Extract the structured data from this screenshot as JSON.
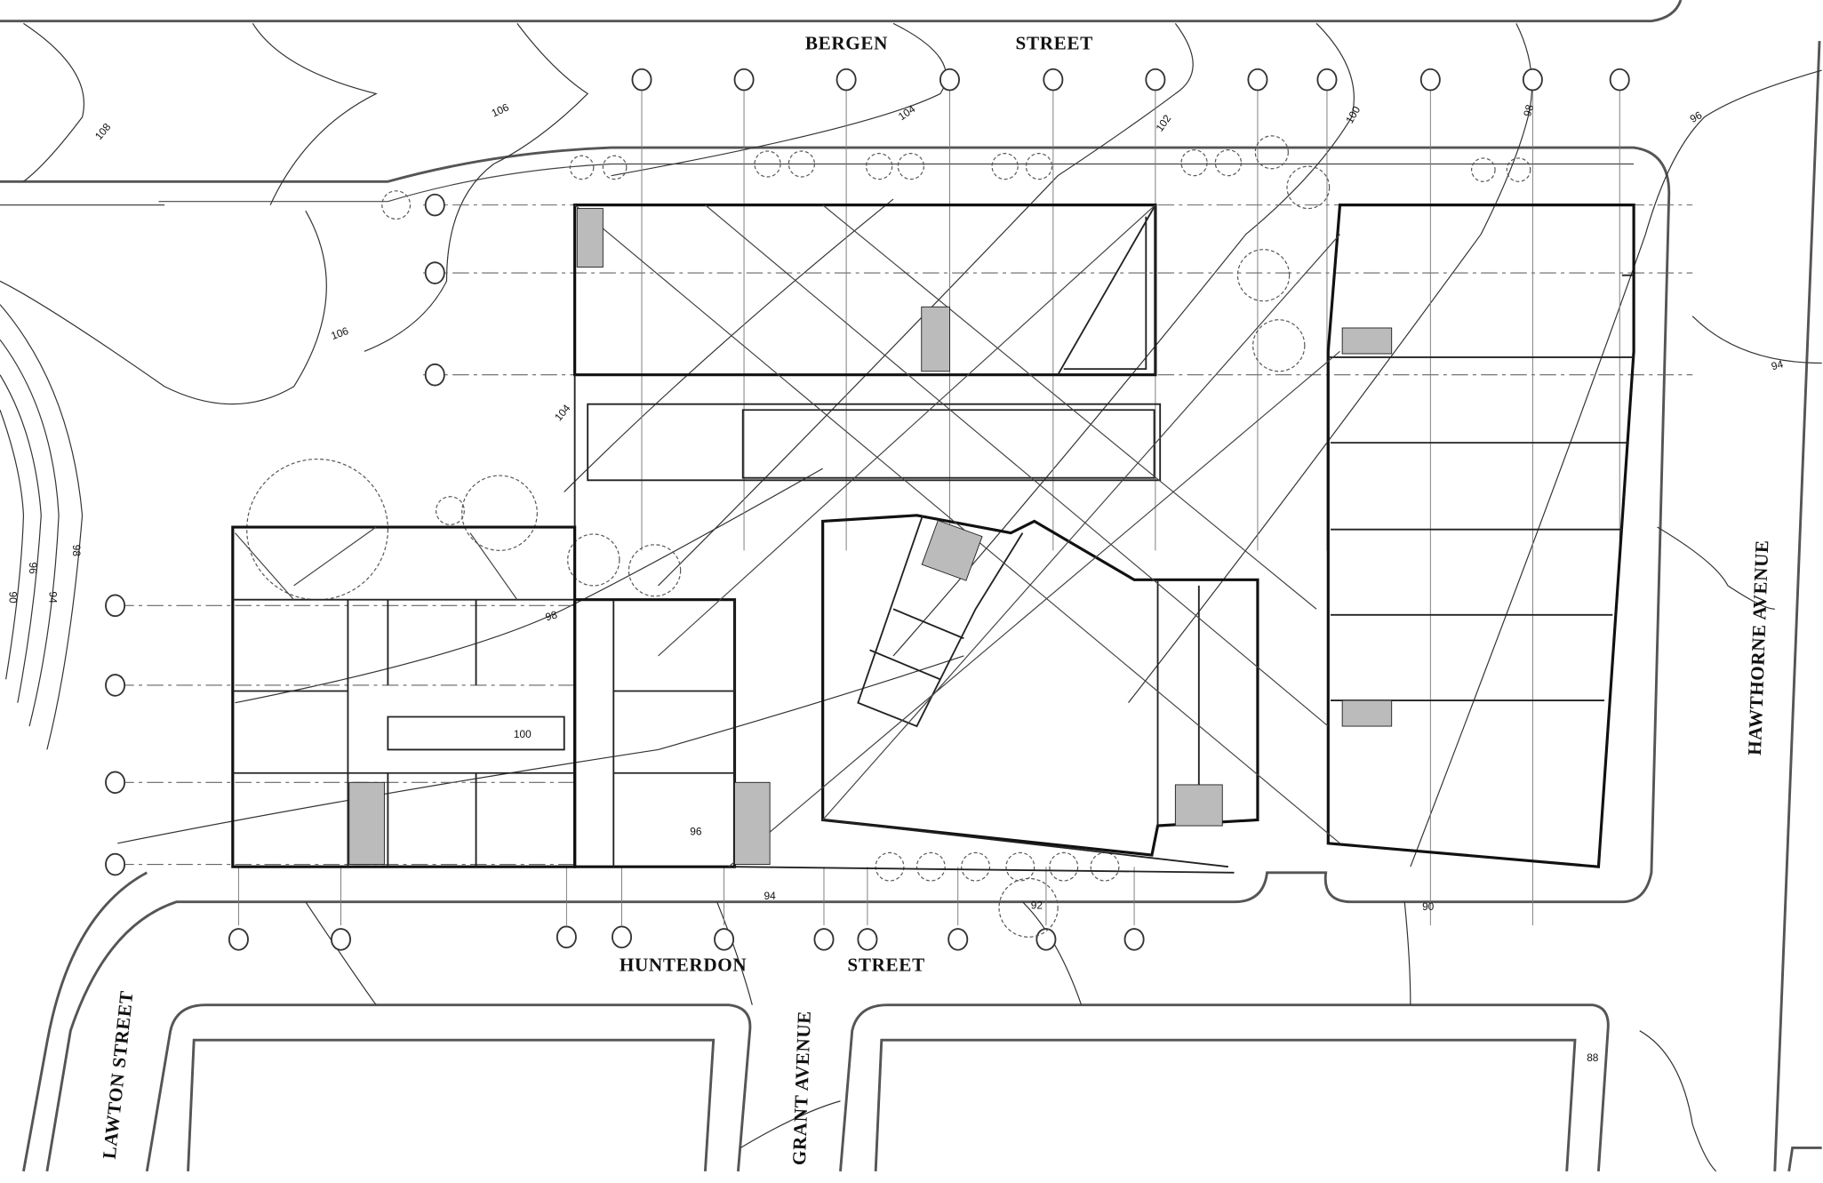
{
  "streets": {
    "north": [
      "BERGEN",
      "STREET"
    ],
    "south": [
      "HUNTERDON",
      "STREET"
    ],
    "west": "LAWTON STREET",
    "middle": "GRANT AVENUE",
    "east": "HAWTHORNE AVENUE"
  },
  "contours": [
    "108",
    "106",
    "106",
    "104",
    "104",
    "102",
    "100",
    "98",
    "96",
    "94",
    "100",
    "98",
    "96",
    "94",
    "92",
    "90",
    "88",
    "94",
    "96",
    "98",
    "90"
  ],
  "colors": {
    "line": "#111111",
    "background": "#ffffff"
  }
}
